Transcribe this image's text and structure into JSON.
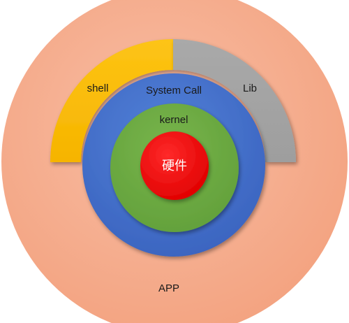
{
  "diagram": {
    "layers": {
      "app": {
        "label": "APP",
        "color": "#f5ab8a"
      },
      "shell": {
        "label": "shell",
        "color": "#fcc10e"
      },
      "lib": {
        "label": "Lib",
        "color": "#a6a6a6"
      },
      "system_call": {
        "label": "System Call",
        "color": "#4773cf"
      },
      "kernel": {
        "label": "kernel",
        "color": "#6eaa44"
      },
      "hardware": {
        "label": "硬件",
        "color": "#f20a0a"
      }
    }
  }
}
